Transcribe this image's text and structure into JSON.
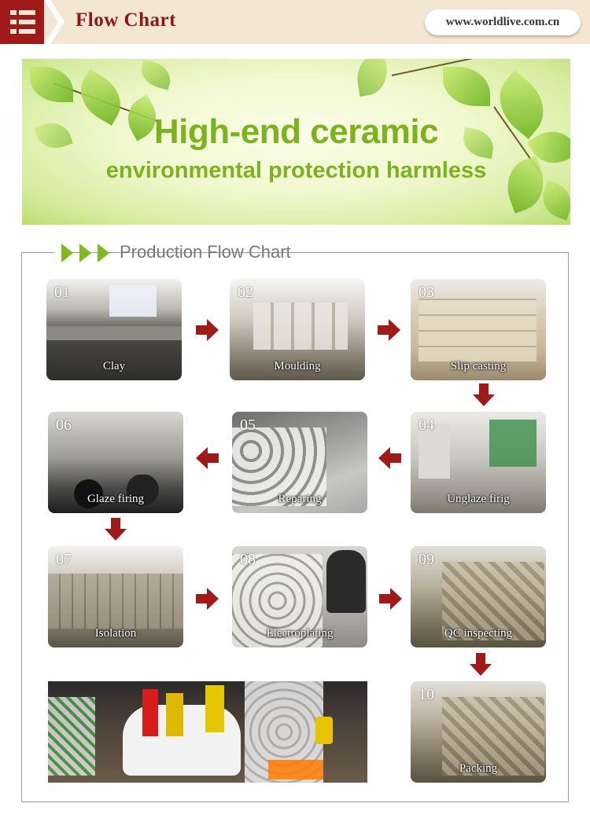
{
  "header": {
    "title": "Flow Chart",
    "website": "www.worldlive.com.cn",
    "brand_color": "#a01a1a"
  },
  "banner": {
    "line1": "High-end ceramic",
    "line2": "environmental protection harmless",
    "text_color": "#7bb21e"
  },
  "flow": {
    "title": "Production Flow Chart",
    "accent": "#7cba1e",
    "arrow_color": "#a01a1a",
    "steps": [
      {
        "num": "01",
        "label": "Clay"
      },
      {
        "num": "02",
        "label": "Moulding"
      },
      {
        "num": "03",
        "label": "Slip casting"
      },
      {
        "num": "04",
        "label": "Unglaze firig"
      },
      {
        "num": "05",
        "label": "Reparing"
      },
      {
        "num": "06",
        "label": "Glaze firing"
      },
      {
        "num": "07",
        "label": "Isolation"
      },
      {
        "num": "08",
        "label": "Electroplating"
      },
      {
        "num": "09",
        "label": "QC inspecting"
      },
      {
        "num": "10",
        "label": "Packing"
      }
    ]
  }
}
